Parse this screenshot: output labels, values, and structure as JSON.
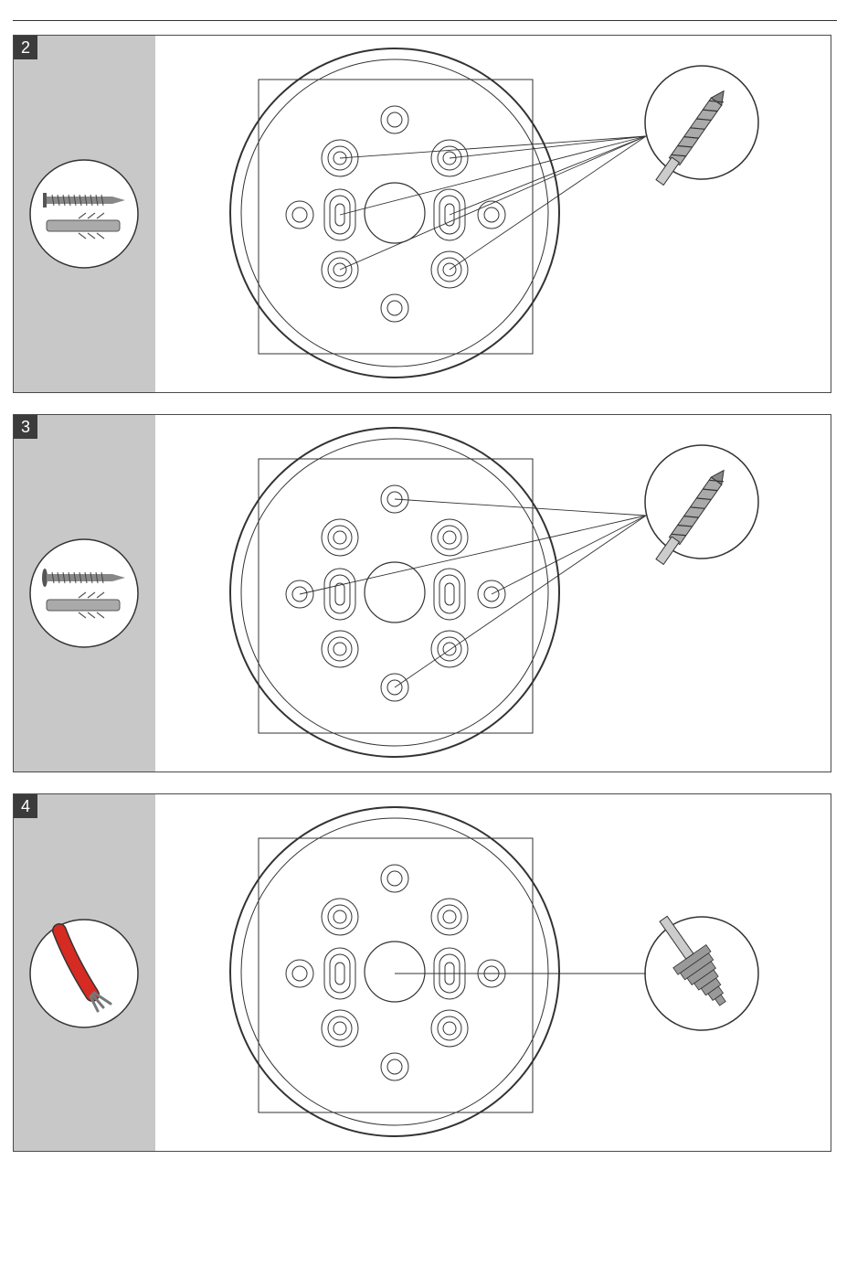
{
  "steps": [
    {
      "number": "2",
      "tool": "screw-and-anchor-icon",
      "drill": "drill-bit-icon"
    },
    {
      "number": "3",
      "tool": "screw-and-anchor-icon",
      "drill": "drill-bit-icon"
    },
    {
      "number": "4",
      "tool": "red-cable-icon",
      "drill": "step-drill-bit-icon"
    }
  ],
  "colors": {
    "frame": "#333333",
    "sidebar": "#c8c8c8",
    "badge": "#3b3b3b",
    "cable": "#d62b22"
  }
}
